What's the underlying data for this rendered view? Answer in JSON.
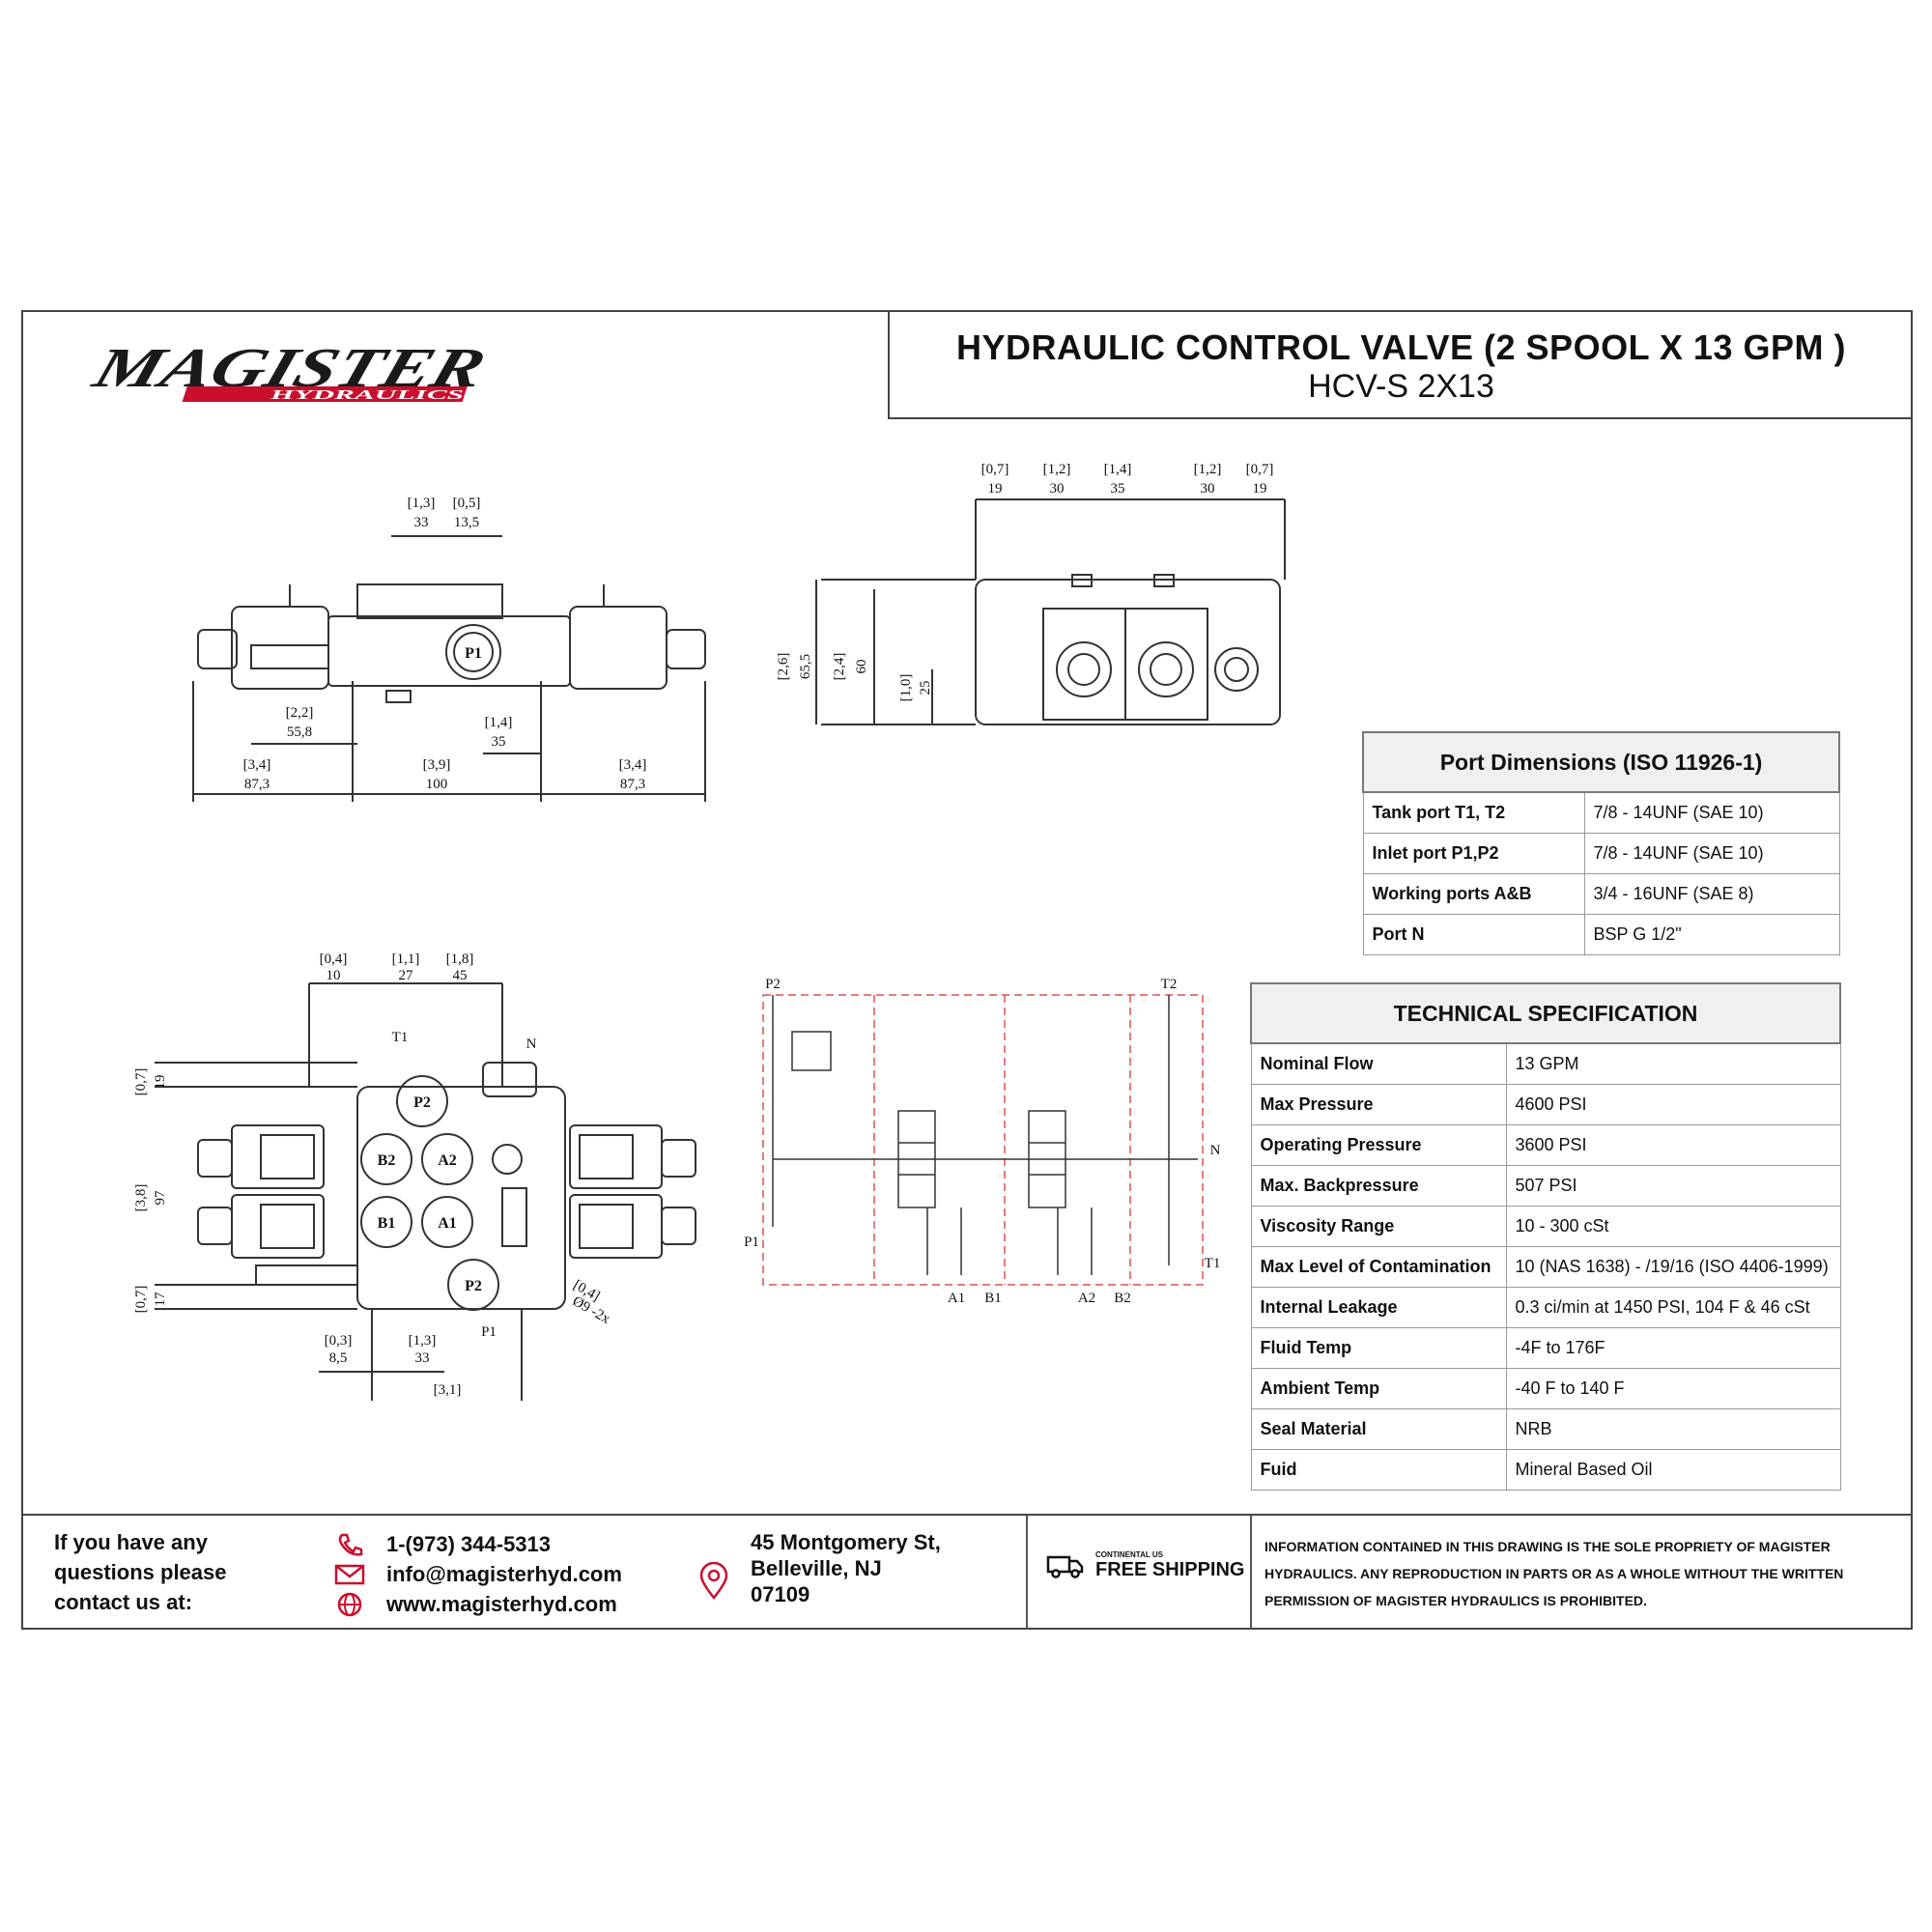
{
  "title": {
    "main": "HYDRAULIC CONTROL VALVE (2 SPOOL X 13 GPM )",
    "model": "HCV-S 2X13"
  },
  "logo": {
    "word": "MAGISTER",
    "sub": "HYDRAULICS",
    "colors": {
      "dark": "#1a1a1a",
      "accent": "#c8102e"
    }
  },
  "top_view": {
    "dims": [
      "[1,3]",
      "33",
      "[0,5]",
      "13,5",
      "[2,2]",
      "55,8",
      "[1,4]",
      "35",
      "[3,4]",
      "87,3",
      "[3,9]",
      "100",
      "[3,4]",
      "87,3"
    ],
    "port": "P1"
  },
  "front_view": {
    "dims_top": [
      "[0,7]",
      "19",
      "[1,2]",
      "30",
      "[1,4]",
      "35",
      "[1,2]",
      "30",
      "[0,7]",
      "19"
    ],
    "dims_left": [
      "[2,6]",
      "65,5",
      "[2,4]",
      "60",
      "[1,0]",
      "25"
    ]
  },
  "side_view": {
    "dims_top": [
      "[0,4]",
      "10",
      "[1,1]",
      "27",
      "[1,8]",
      "45"
    ],
    "dims_left": [
      "[0,7]",
      "19",
      "[3,8]",
      "97",
      "[0,7]",
      "17"
    ],
    "dims_bottom": [
      "[0,3]",
      "8,5",
      "[1,3]",
      "33",
      "[3,1]"
    ],
    "hole": [
      "[0,4]",
      "Ø9 -2x"
    ],
    "ports": [
      "T1",
      "N",
      "P2",
      "B2",
      "A2",
      "B1",
      "A1",
      "P2",
      "P1"
    ]
  },
  "schematic": {
    "labels": [
      "P2",
      "T2",
      "N",
      "P1",
      "T1",
      "A1",
      "B1",
      "A2",
      "B2"
    ],
    "colors": {
      "frame": "#d9534f"
    }
  },
  "port_table": {
    "title": "Port Dimensions (ISO 11926-1)",
    "rows": [
      {
        "k": "Tank port T1, T2",
        "v": "7/8 - 14UNF (SAE 10)"
      },
      {
        "k": "Inlet port P1,P2",
        "v": "7/8 - 14UNF (SAE 10)"
      },
      {
        "k": "Working ports A&B",
        "v": "3/4 - 16UNF (SAE 8)"
      },
      {
        "k": "Port N",
        "v": "BSP G 1/2\""
      }
    ]
  },
  "spec_table": {
    "title": "TECHNICAL SPECIFICATION",
    "rows": [
      {
        "k": "Nominal Flow",
        "v": "13 GPM"
      },
      {
        "k": "Max Pressure",
        "v": "4600 PSI"
      },
      {
        "k": "Operating Pressure",
        "v": "3600 PSI"
      },
      {
        "k": "Max. Backpressure",
        "v": "507 PSI"
      },
      {
        "k": "Viscosity Range",
        "v": "10 - 300 cSt"
      },
      {
        "k": "Max Level of Contamination",
        "v": "10 (NAS 1638) - /19/16 (ISO 4406-1999)"
      },
      {
        "k": "Internal Leakage",
        "v": "0.3 ci/min at 1450 PSI, 104 F & 46 cSt"
      },
      {
        "k": "Fluid Temp",
        "v": "-4F to 176F"
      },
      {
        "k": "Ambient Temp",
        "v": "-40 F to 140 F"
      },
      {
        "k": "Seal Material",
        "v": "NRB"
      },
      {
        "k": "Fuid",
        "v": "Mineral Based Oil"
      }
    ]
  },
  "footer": {
    "question_lines": [
      "If you have any",
      "questions please",
      "contact us at:"
    ],
    "phone": "1-(973) 344-5313",
    "email": "info@magisterhyd.com",
    "web": "www.magisterhyd.com",
    "address_lines": [
      "45 Montgomery St,",
      "Belleville, NJ",
      "07109"
    ],
    "shipping_small": "CONTINENTAL US",
    "shipping": "FREE SHIPPING",
    "legal_lines": [
      "INFORMATION CONTAINED IN THIS DRAWING IS THE SOLE PROPRIETY OF MAGISTER",
      "HYDRAULICS. ANY REPRODUCTION IN PARTS OR AS A WHOLE WITHOUT THE WRITTEN",
      "PERMISSION OF MAGISTER HYDRAULICS IS PROHIBITED."
    ],
    "icons": [
      "phone-icon",
      "mail-icon",
      "globe-icon",
      "location-pin-icon",
      "truck-icon"
    ],
    "icon_color": "#c8102e"
  }
}
